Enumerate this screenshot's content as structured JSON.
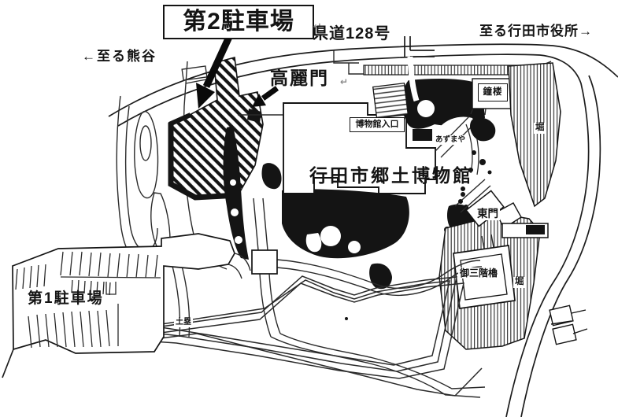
{
  "map": {
    "type": "scanned-guide-map",
    "subject": "行田市郷土博物館 周辺案内図",
    "colors": {
      "ink": "#141414",
      "paper": "#ffffff",
      "return_mark_gray": "#8a8a8a"
    },
    "labels": {
      "parking2": "第2駐車場",
      "prefectural_road": "県道128号",
      "to_city_hall": "至る行田市役所→",
      "to_kumagaya": "←至る熊谷",
      "korai_gate": "高麗門",
      "museum": "行田市郷土博物館",
      "museum_entrance": "博物館入口",
      "azumaya": "あずまや",
      "bell_tower": "鐘楼",
      "east_gate": "東門",
      "three_story_turret": "御三階櫓",
      "moat_upper": "堀",
      "moat_lower": "堀",
      "parking1": "第1駐車場",
      "earthwork": "土塁",
      "return_mark": "↵"
    }
  }
}
